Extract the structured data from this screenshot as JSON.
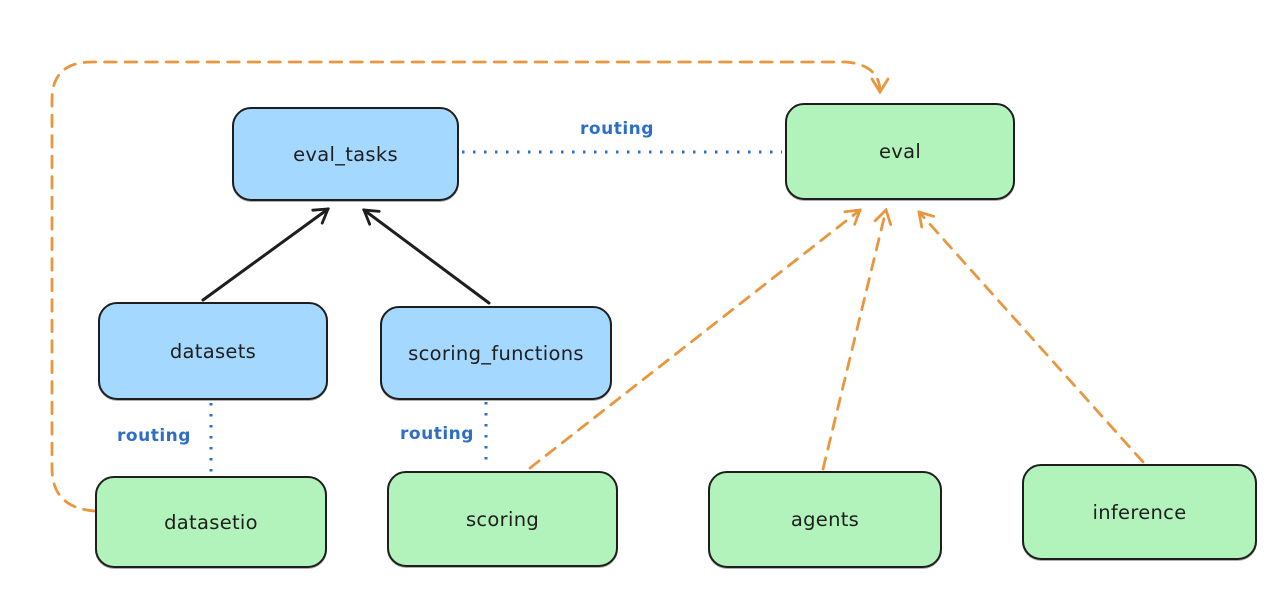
{
  "diagram": {
    "background": "#ffffff",
    "colors": {
      "api_box_fill": "#a5d8ff",
      "provider_box_fill": "#b2f2bb",
      "box_stroke": "#1e1e1e",
      "routing_blue": "#2e6fc5",
      "provider_arrow_orange": "#e8973f",
      "solid_arrow_black": "#1e1e1e"
    },
    "nodes": {
      "eval_tasks": {
        "label": "eval_tasks",
        "kind": "api"
      },
      "eval": {
        "label": "eval",
        "kind": "provider"
      },
      "datasets": {
        "label": "datasets",
        "kind": "api"
      },
      "scoring_functions": {
        "label": "scoring_functions",
        "kind": "api"
      },
      "datasetio": {
        "label": "datasetio",
        "kind": "provider"
      },
      "scoring": {
        "label": "scoring",
        "kind": "provider"
      },
      "agents": {
        "label": "agents",
        "kind": "provider"
      },
      "inference": {
        "label": "inference",
        "kind": "provider"
      }
    },
    "edge_labels": {
      "eval_tasks_to_eval": "routing",
      "datasets_to_datasetio": "routing",
      "scoring_functions_to_scoring": "routing"
    },
    "edges": [
      {
        "from": "datasets",
        "to": "eval_tasks",
        "style": "solid",
        "color": "black",
        "arrow": true
      },
      {
        "from": "scoring_functions",
        "to": "eval_tasks",
        "style": "solid",
        "color": "black",
        "arrow": true
      },
      {
        "from": "eval_tasks",
        "to": "eval",
        "style": "dotted",
        "color": "blue",
        "label": "routing",
        "arrow": false
      },
      {
        "from": "datasets",
        "to": "datasetio",
        "style": "dotted",
        "color": "blue",
        "label": "routing",
        "arrow": false
      },
      {
        "from": "scoring_functions",
        "to": "scoring",
        "style": "dotted",
        "color": "blue",
        "label": "routing",
        "arrow": false
      },
      {
        "from": "datasetio",
        "to": "eval",
        "style": "dashed",
        "color": "orange",
        "arrow": true,
        "route": "around-left-top"
      },
      {
        "from": "scoring",
        "to": "eval",
        "style": "dashed",
        "color": "orange",
        "arrow": true
      },
      {
        "from": "agents",
        "to": "eval",
        "style": "dashed",
        "color": "orange",
        "arrow": true
      },
      {
        "from": "inference",
        "to": "eval",
        "style": "dashed",
        "color": "orange",
        "arrow": true
      }
    ]
  }
}
